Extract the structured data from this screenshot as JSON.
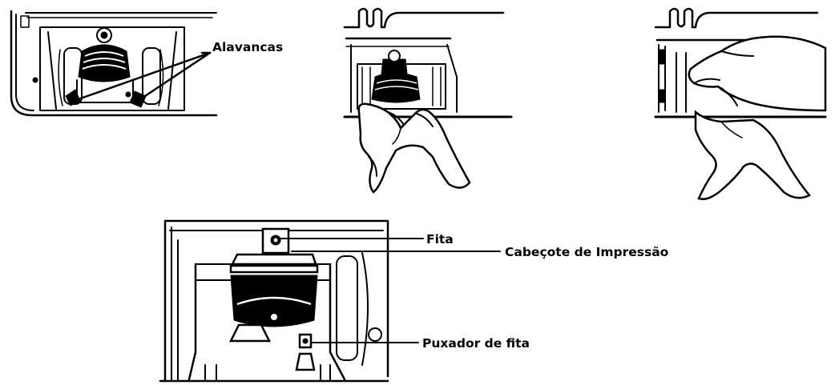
{
  "labels": {
    "levers": "Alavancas",
    "ribbon": "Fita",
    "print_head": "Cabeçote de Impressão",
    "ribbon_puller": "Puxador de fita"
  },
  "colors": {
    "ink": "#000000",
    "background": "#ffffff"
  }
}
